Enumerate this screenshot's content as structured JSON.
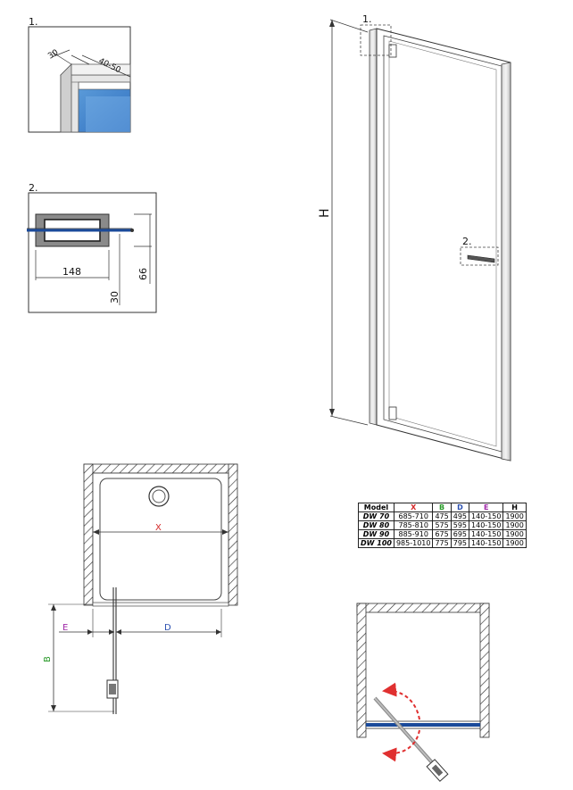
{
  "details": {
    "detail1": {
      "label": "1.",
      "dim_a": "30",
      "dim_b": "40-50"
    },
    "detail2": {
      "label": "2.",
      "dim_width": "148",
      "dim_height": "66",
      "dim_offset": "30"
    }
  },
  "front_view": {
    "height_label": "H",
    "callout1": "1.",
    "callout2": "2."
  },
  "plan_view": {
    "x_label": "X",
    "e_label": "E",
    "d_label": "D",
    "b_label": "B"
  },
  "colors": {
    "x": "#d42a2a",
    "b": "#2a9a2a",
    "d": "#2a4fb0",
    "e": "#a02aa8",
    "glass": "#1a4a9a",
    "swing_arrow": "#e03030"
  },
  "table": {
    "headers": [
      "Model",
      "X",
      "B",
      "D",
      "E",
      "H"
    ],
    "rows": [
      [
        "DW 70",
        "685-710",
        "475",
        "495",
        "140-150",
        "1900"
      ],
      [
        "DW 80",
        "785-810",
        "575",
        "595",
        "140-150",
        "1900"
      ],
      [
        "DW 90",
        "885-910",
        "675",
        "695",
        "140-150",
        "1900"
      ],
      [
        "DW 100",
        "985-1010",
        "775",
        "795",
        "140-150",
        "1900"
      ]
    ]
  }
}
